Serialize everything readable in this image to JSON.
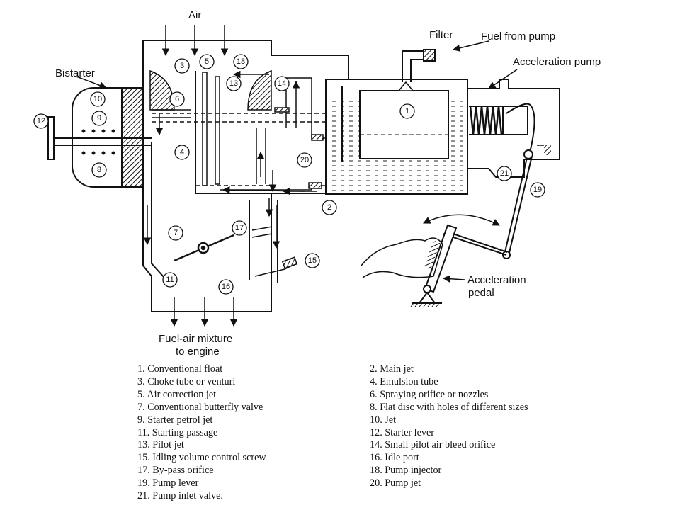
{
  "labels": {
    "air": "Air",
    "bistarter": "Bistarter",
    "filter": "Filter",
    "fuel_from_pump": "Fuel from pump",
    "acceleration_pump": "Acceleration pump",
    "acceleration_pedal_line1": "Acceleration",
    "acceleration_pedal_line2": "pedal",
    "mixture_line1": "Fuel-air mixture",
    "mixture_line2": "to engine"
  },
  "callouts": [
    "1",
    "2",
    "3",
    "4",
    "5",
    "6",
    "7",
    "8",
    "9",
    "10",
    "11",
    "12",
    "13",
    "14",
    "15",
    "16",
    "17",
    "18",
    "19",
    "20",
    "21"
  ],
  "legend": {
    "left": [
      "1. Conventional float",
      "3. Choke tube or venturi",
      "5. Air correction jet",
      "7. Conventional butterfly valve",
      "9. Starter petrol jet",
      "11. Starting passage",
      "13. Pilot jet",
      "15. Idling volume control screw",
      "17. By-pass orifice",
      "19. Pump lever",
      "21. Pump inlet valve."
    ],
    "right": [
      "2. Main jet",
      "4. Emulsion tube",
      "6. Spraying orifice or nozzles",
      "8. Flat disc with holes of different sizes",
      "10. Jet",
      "12. Starter lever",
      "14. Small pilot air bleed orifice",
      "16. Idle port",
      "18. Pump injector",
      "20. Pump jet"
    ]
  }
}
